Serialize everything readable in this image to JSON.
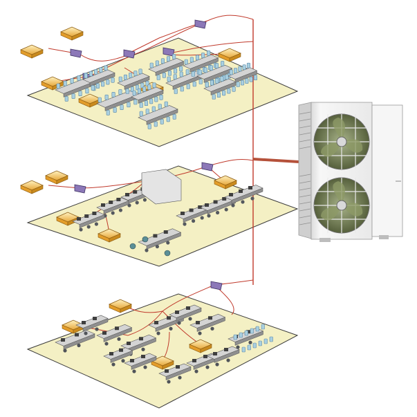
{
  "colors": {
    "background": "#ffffff",
    "floor_fill": "#f4f0c4",
    "floor_stroke": "#3a3a3a",
    "pipe": "#c0392b",
    "main_trunk": "#b5513a",
    "indoor_unit": "#f0b53c",
    "indoor_unit_dark": "#c98a1e",
    "ceiling_unit": "#8c78b8",
    "desk": "#d4d4d4",
    "desk_dark": "#8f8f8f",
    "chair": "#a9cfe0",
    "chair_dark": "#5d8aa8",
    "monitor": "#3f3f3f",
    "outdoor_body": "#f2f2f2",
    "outdoor_shadow": "#c8c8c8",
    "fan_blade": "#7f8c5e"
  },
  "floors": [
    {
      "name": "upper-floor",
      "room_type": "conference-tables"
    },
    {
      "name": "middle-floor",
      "room_type": "office-workstations"
    },
    {
      "name": "lower-floor",
      "room_type": "open-office-cubicles"
    }
  ],
  "outdoor_unit": {
    "fans": 2,
    "icon": "vrf-outdoor-unit-icon"
  }
}
